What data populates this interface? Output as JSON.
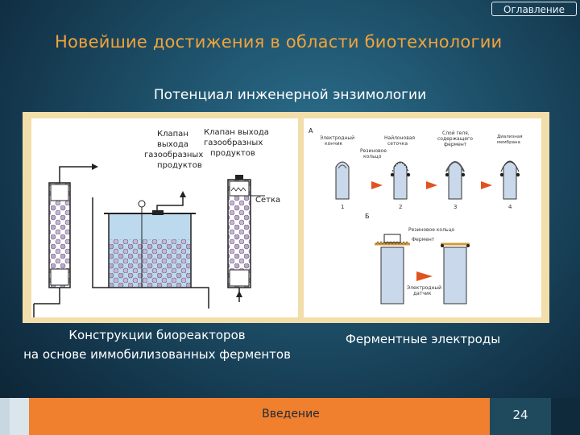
{
  "toc_button": "Оглавление",
  "title": "Новейшие достижения в области биотехнологии",
  "subtitle": "Потенциал инженерной энзимологии",
  "left_figure": {
    "label_valve_gas": "Клапан\nвыхода\nгазообразных\nпродуктов",
    "label_valve_gas_top": "Клапан выхода\nгазообразных\nпродуктов",
    "label_mesh": "Сетка"
  },
  "right_figure": {
    "label_a": "А",
    "label_b": "Б",
    "label_electrode_tip": "Электродный\nкончик",
    "label_nylon_mesh": "Найлоновая\nсеточка",
    "label_rubber_ring": "Резиновое\nкольцо",
    "label_gel_layer": "Слой геля,\nсодержащего\nфермент",
    "label_dialysis": "Диализная\nмембрана",
    "label_rubber_ring_b": "Резиновое кольцо",
    "label_enzyme": "Фермент",
    "label_probe": "Электродный\nдатчик",
    "steps": [
      "1",
      "2",
      "3",
      "4"
    ]
  },
  "caption_left_line1": "Конструкции биореакторов",
  "caption_left_line2": "на основе иммобилизованных ферментов",
  "caption_right": "Ферментные электроды",
  "footer_link": "Введение",
  "page_number": "24"
}
